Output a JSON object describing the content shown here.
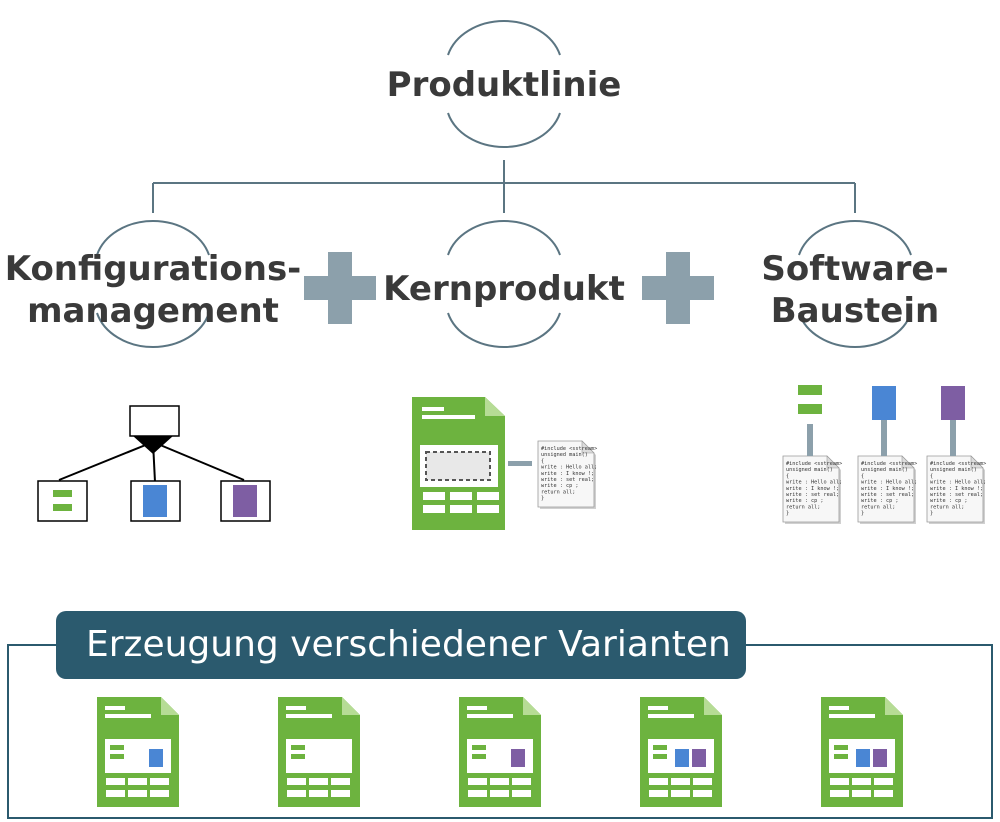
{
  "top_node": {
    "label": "Produktlinie"
  },
  "columns": [
    {
      "id": "config",
      "label_line1": "Konfigurations-",
      "label_line2": "management"
    },
    {
      "id": "core",
      "label_line1": "Kernprodukt"
    },
    {
      "id": "components",
      "label_line1": "Software-",
      "label_line2": "Baustein"
    }
  ],
  "operators": [
    {
      "symbol": "plus",
      "between": [
        "config",
        "core"
      ]
    },
    {
      "symbol": "plus",
      "between": [
        "core",
        "components"
      ]
    }
  ],
  "code_snippet": {
    "lines": [
      "#include <sstream>",
      "unsigned main()",
      "{",
      "write : Hello all;",
      "write : I know !;",
      "write : set real;",
      "write : cp ;",
      "return all;",
      "}"
    ]
  },
  "component_types": [
    {
      "id": "green",
      "shape": "two-bars",
      "color": "#6db33f"
    },
    {
      "id": "blue",
      "shape": "block",
      "color": "#4a86d4"
    },
    {
      "id": "purple",
      "shape": "block",
      "color": "#7e5ea3"
    }
  ],
  "variants_section": {
    "title": "Erzeugung verschiedener Varianten",
    "variants": [
      {
        "components": [
          "blue"
        ]
      },
      {
        "components": []
      },
      {
        "components": [
          "purple"
        ]
      },
      {
        "components": [
          "blue",
          "purple"
        ]
      },
      {
        "components": [
          "blue",
          "purple"
        ]
      }
    ]
  },
  "colors": {
    "line": "#5b7582",
    "plus": "#8ca0ab",
    "document_green": "#6db33f",
    "banner": "#2b5a6e",
    "text": "#3a3a3a"
  }
}
